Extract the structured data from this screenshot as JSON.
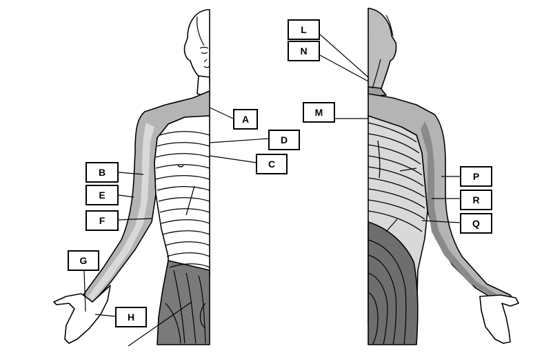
{
  "colors": {
    "dermatome_light": "#bdbdbd",
    "dermatome_mid": "#9a9a9a",
    "dermatome_dark": "#6e6e6e",
    "outline": "#000000"
  },
  "labels": {
    "A": "A",
    "B": "B",
    "C": "C",
    "D": "D",
    "E": "E",
    "F": "F",
    "G": "G",
    "H": "H",
    "L": "L",
    "M": "M",
    "N": "N",
    "P": "P",
    "Q": "Q",
    "R": "R"
  }
}
